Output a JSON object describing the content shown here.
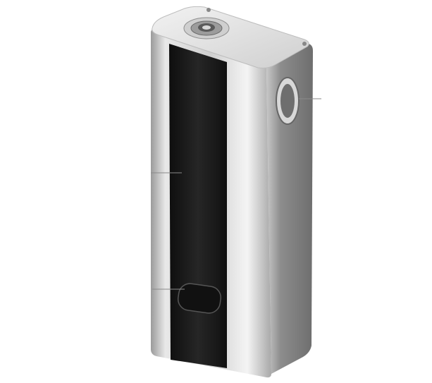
{
  "image": {
    "subject": "box-mod-device",
    "colors": {
      "background": "#ffffff",
      "metal_light": "#e6e6e6",
      "metal_mid": "#b5b5b5",
      "metal_dark": "#7a7a7a",
      "panel": "#1a1a1a",
      "leader_line": "#8a8a8a"
    },
    "callouts": [
      "display-panel",
      "control-button",
      "fire-button"
    ]
  }
}
